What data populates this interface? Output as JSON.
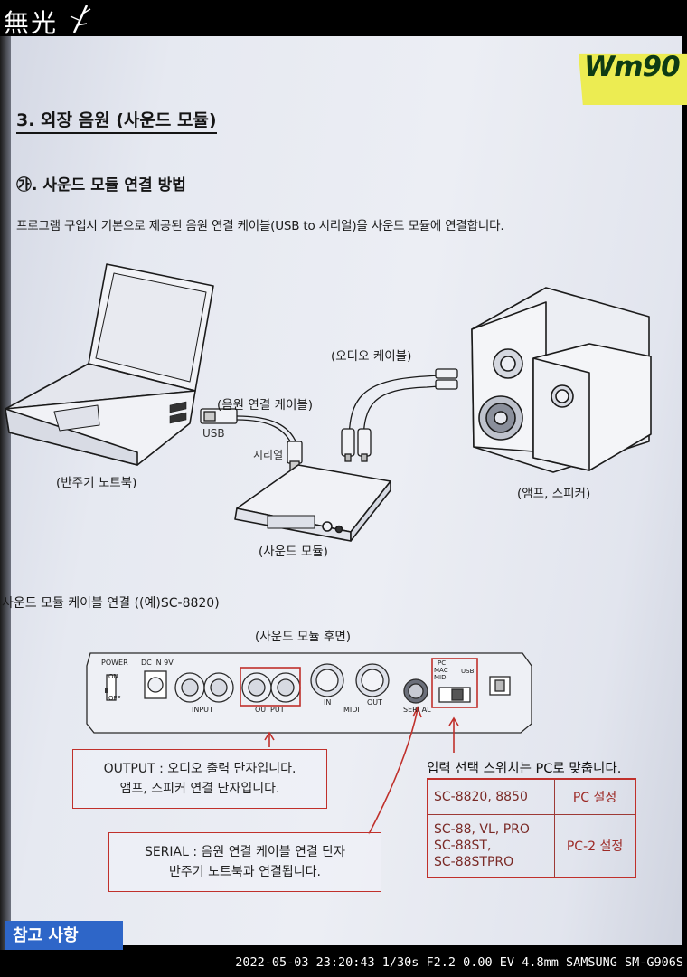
{
  "watermark": {
    "logo_text": "無光"
  },
  "page": {
    "model_tag": "Wm90",
    "heading": "3. 외장 음원 (사운드 모듈)",
    "subheading": "㉮. 사운드 모듈 연결 방법",
    "intro": "프로그램 구입시 기본으로 제공된 음원 연결 케이블(USB to 시리얼)을 사운드 모듈에 연결합니다."
  },
  "diagram1": {
    "audio_cable": "(오디오 케이블)",
    "source_cable": "(음원 연결 케이블)",
    "usb": "USB",
    "serial": "시리얼",
    "laptop": "(반주기 노트북)",
    "speaker": "(앰프, 스피커)",
    "module": "(사운드 모듈)"
  },
  "diagram2": {
    "caption": "사운드 모듈 케이블 연결 ((예)SC-8820)",
    "rear_title": "(사운드 모듈 후면)",
    "power": "POWER",
    "on": "ON",
    "off": "OFF",
    "dc_in": "DC IN 9V",
    "input": "INPUT",
    "output": "OUTPUT",
    "midi_in": "IN",
    "midi_out": "OUT",
    "midi": "MIDI",
    "serial": "SERI AL",
    "sw_pc": "PC",
    "sw_mac": "MAC",
    "sw_midi": "MIDI",
    "sw_usb": "USB"
  },
  "notes": {
    "output_line1": "OUTPUT : 오디오 출력 단자입니다.",
    "output_line2": "앰프, 스피커 연결 단자입니다.",
    "serial_line1": "SERIAL : 음원 연결 케이블 연결 단자",
    "serial_line2": "반주기 노트북과 연결됩니다.",
    "switch_note": "입력 선택 스위치는 PC로 맞춥니다.",
    "table": [
      {
        "model_lines": [
          "SC-8820, 8850"
        ],
        "setting": "PC 설정"
      },
      {
        "model_lines": [
          "SC-88, VL, PRO",
          "SC-88ST,",
          "SC-88STPRO"
        ],
        "setting": "PC-2 설정"
      }
    ],
    "reference": "참고 사항"
  },
  "exif": "2022-05-03 23:20:43 1/30s F2.2 0.00 EV 4.8mm SAMSUNG SM-G906S",
  "colors": {
    "accent_red": "#c0302b",
    "tag_yellow": "#ecec52",
    "tag_text": "#0e3b14",
    "ref_blue": "#2e66c8"
  }
}
